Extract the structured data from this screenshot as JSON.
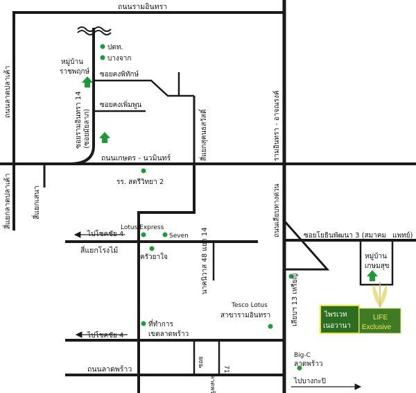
{
  "colors": {
    "road": "#1a1a1a",
    "poi_dot": "#1f9b3a",
    "landmark_arrow": "#1c9a33",
    "project_box": "#2b6e1f",
    "project_border": "#f1e53a",
    "life_box": "#3f7a24"
  },
  "roads": {
    "top_horizontal": "ถนนรามอินทรา",
    "left_vertical": "ถนนลาดปลาเค้า",
    "left_vertical_bottom": "สี่แยกลาดปลาเค้า",
    "main_horizontal": "ถนนเกษตร - นวมินทร์",
    "soi_ramintra_14": "ซอยรามอินทรา 14",
    "soi_ramintra_14_alt": "(ซอยมัยลาภ)",
    "soi_khong_phithak": "ซอยคงพิทักษ์",
    "soi_khong_phoemphun": "ซอยคงเพิ่มพูน",
    "sena_intersection": "สี่แยกเสนา",
    "sukonthasawat": "สี่แยกสุคนธสวัสดิ์",
    "right_vertical_top": "รามอินทรา - อาจณรงค์",
    "right_vertical_bottom": "ถนนเลียบทางด่วน",
    "to_chokchai4_a": "ไปโชคชัย 4",
    "to_chokchai4_b": "ไปโชคชัย 4",
    "rong_mai_intersection": "สี่แยกโรงไม้",
    "nakniwat_48_14": "นาคนิวาส 48 แยก 14",
    "ladprao_road": "ถนนลาดพร้าว",
    "soi_ladprao_71_a": "ซอย",
    "soi_ladprao_71_b": "ลาดพร้าว",
    "soi_ladprao_71_c": "71",
    "soi_yothin_a": "ซอยโยธินพัฒนา 3 (สมาคม",
    "soi_yothin_b": "แพทย์)",
    "chokchai4_13": "เลียบฯ 13 เหรียญ",
    "to_bangkapi": "ไปบางกะปิ"
  },
  "pois": {
    "ptt": "ปตท.",
    "bangchak": "บางจาก",
    "ratchaphruek_a": "หมู่บ้าน",
    "ratchaphruek_b": "ราชพฤกษ์",
    "school": "รร. สตรีวิทยา 2",
    "lotus_express": "Lotus Express",
    "seven": "Seven",
    "kruayaijai": "ครัวยาใจ",
    "tesco_a": "Tesco Lotus",
    "tesco_b": "สาขารามอินทรา",
    "post_a": "ที่ทำการ",
    "post_b": "เขตลาดพร้าว",
    "bigc_a": "Big-C",
    "bigc_b": "ลาดพร้าว",
    "kasemsuk_a": "หมู่บ้าน",
    "kasemsuk_b": "เกษมสุข"
  },
  "project": {
    "name_line1": "ไพรเวท",
    "name_line2": "เนอวานา",
    "brand_line1": "LIFE",
    "brand_line2": "Exclusive"
  }
}
